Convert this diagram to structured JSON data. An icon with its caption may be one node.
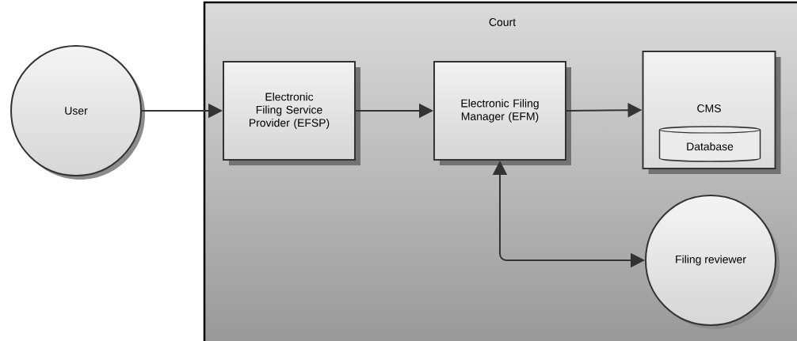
{
  "diagram": {
    "nodes": [
      {
        "text": [
          "User"
        ]
      },
      {
        "text": [
          "Court"
        ]
      },
      {
        "text": [
          "Electronic Filing Service Provider (EFSP)"
        ],
        "in": 1
      },
      {
        "text": [
          "Electronic Filing Manager (EFM)"
        ],
        "in": 1
      },
      {
        "text": [
          "CMS"
        ],
        "in": 1
      },
      {
        "text": [
          "Database"
        ],
        "in": 4
      },
      {
        "text": [
          "Filing reviewer"
        ],
        "in": 1
      }
    ],
    "edges": [
      {
        "from": 0,
        "to": 2,
        "arrow": "to"
      },
      {
        "from": 2,
        "to": 3,
        "arrow": "to"
      },
      {
        "from": 3,
        "to": 4,
        "arrow": "to"
      },
      {
        "from": 3,
        "to": 6,
        "arrow": "both"
      }
    ]
  }
}
